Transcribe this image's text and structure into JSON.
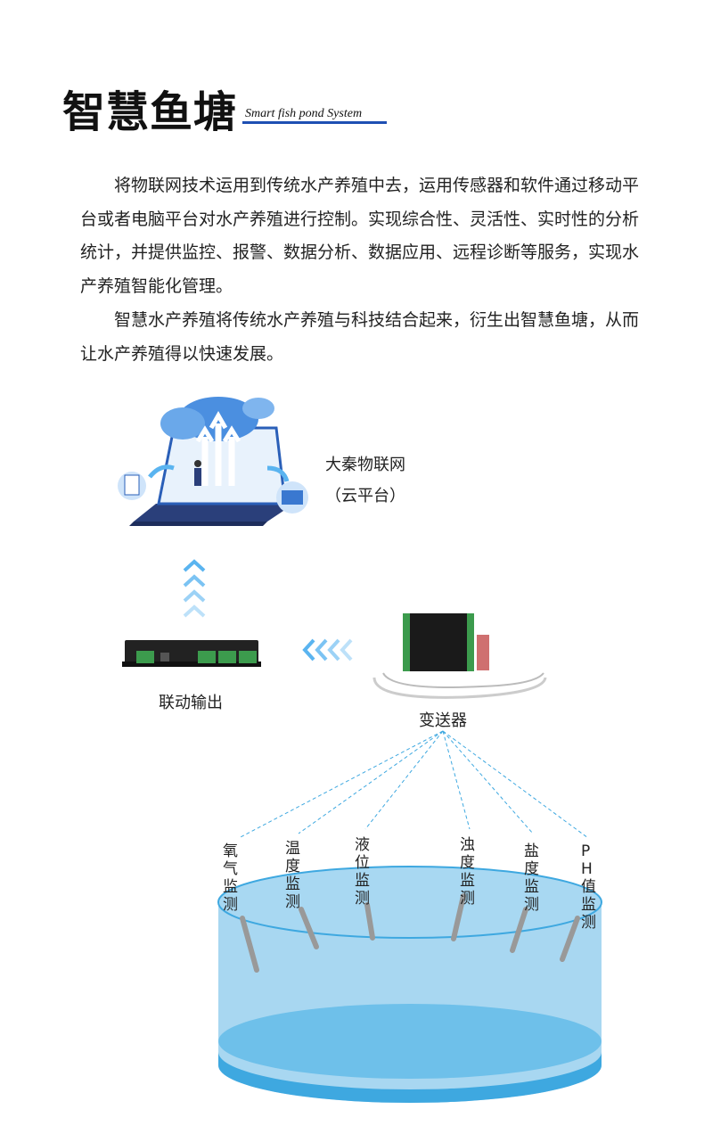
{
  "header": {
    "title": "智慧鱼塘",
    "subtitle": "Smart fish pond System"
  },
  "intro": {
    "paragraphs": [
      "将物联网技术运用到传统水产养殖中去，运用传感器和软件通过移动平台或者电脑平台对水产养殖进行控制。实现综合性、灵活性、实时性的分析统计，并提供监控、报警、数据分析、数据应用、远程诊断等服务，实现水产养殖智能化管理。",
      "智慧水产养殖将传统水产养殖与科技结合起来，衍生出智慧鱼塘，从而让水产养殖得以快速发展。"
    ]
  },
  "diagram": {
    "cloud_label": "大秦物联网",
    "cloud_sub": "（云平台）",
    "output_label": "联动输出",
    "transmitter_label": "变送器",
    "sensors": [
      "氧气监测",
      "温度监测",
      "液位监测",
      "浊度监测",
      "盐度监测",
      "PH值监测"
    ],
    "colors": {
      "accent": "#1e4fb3",
      "water": "#9fd3f0",
      "water_dark": "#3ea8e0",
      "arrow": "#5ab4f0"
    }
  }
}
